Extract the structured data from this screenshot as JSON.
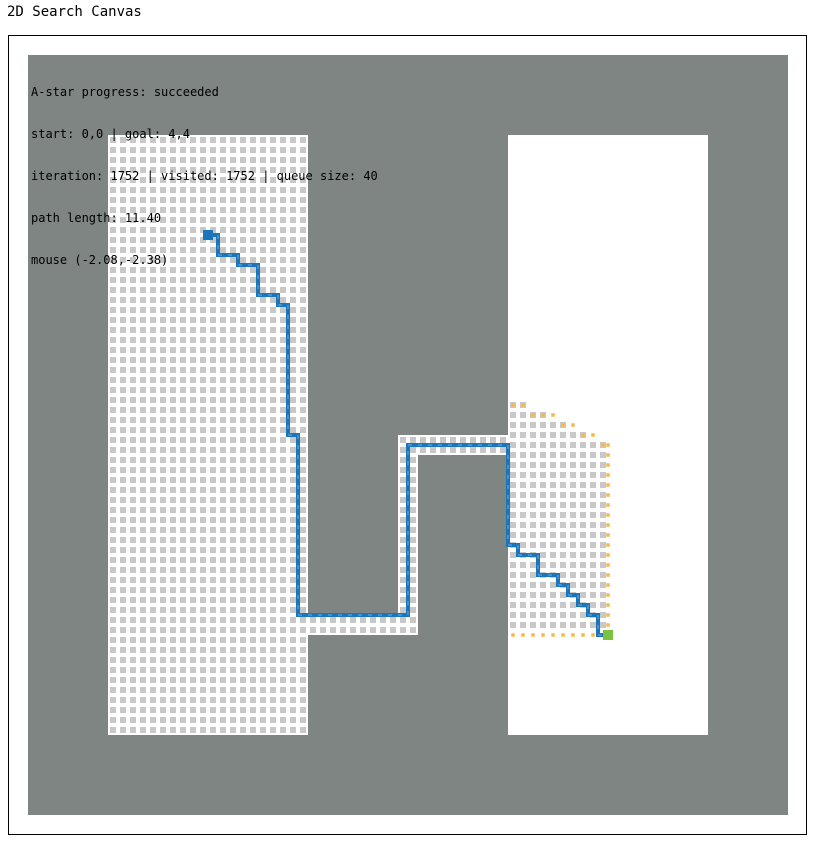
{
  "page": {
    "title": "2D Search Canvas"
  },
  "colors": {
    "background": "#7f8583",
    "free": "#ffffff",
    "visited_cell": "#c8c8c8",
    "frontier": "#f7b84b",
    "path": "#1b75bb",
    "start": "#1b75bb",
    "goal": "#7cc242"
  },
  "status": {
    "progress_line": "A-star progress: succeeded",
    "start_goal_line": "start: 0,0 | goal: 4,4",
    "iteration_line": "iteration: 1752 | visited: 1752 | queue size: 40",
    "path_length_line": "path length: 11.40",
    "mouse_line": "mouse (-2.08,-2.38)"
  },
  "search": {
    "algorithm": "A-star",
    "state": "succeeded",
    "start": [
      0,
      0
    ],
    "goal": [
      4,
      4
    ],
    "iteration": 1752,
    "visited": 1752,
    "queue_size": 40,
    "path_length": 11.4,
    "mouse": [
      -2.08,
      -2.38
    ]
  }
}
